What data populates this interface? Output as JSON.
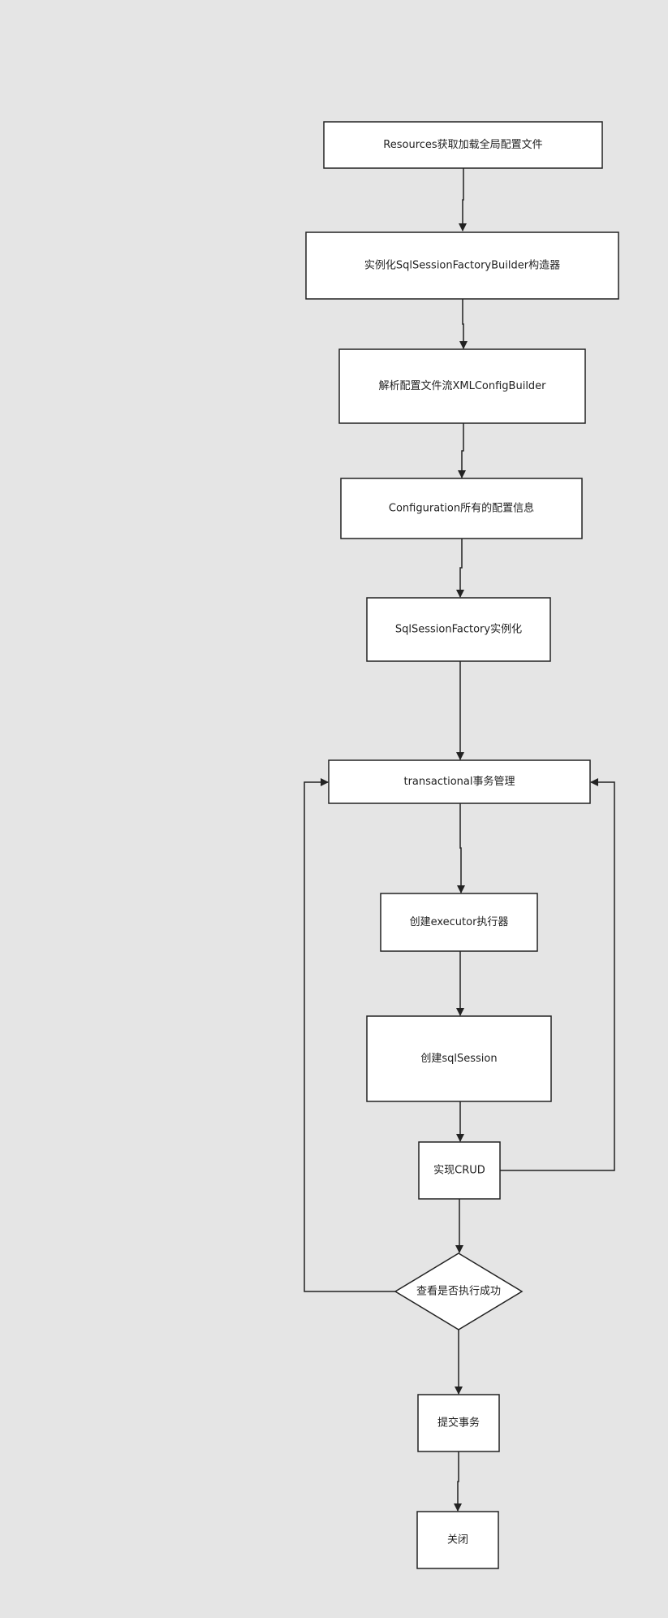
{
  "diagram": {
    "type": "flowchart",
    "colors": {
      "background": "#e5e5e5",
      "node_fill": "#ffffff",
      "stroke": "#222222",
      "text": "#222222"
    },
    "nodes": [
      {
        "id": "resources",
        "label": "Resources获取加载全局配置文件",
        "shape": "rect"
      },
      {
        "id": "builder",
        "label": "实例化SqlSessionFactoryBuilder构造器",
        "shape": "rect"
      },
      {
        "id": "xmlconfig",
        "label": "解析配置文件流XMLConfigBuilder",
        "shape": "rect"
      },
      {
        "id": "configuration",
        "label": "Configuration所有的配置信息",
        "shape": "rect"
      },
      {
        "id": "factory",
        "label": "SqlSessionFactory实例化",
        "shape": "rect"
      },
      {
        "id": "transactional",
        "label": "transactional事务管理",
        "shape": "rect"
      },
      {
        "id": "executor",
        "label": "创建executor执行器",
        "shape": "rect"
      },
      {
        "id": "sqlsession",
        "label": "创建sqlSession",
        "shape": "rect"
      },
      {
        "id": "crud",
        "label": "实现CRUD",
        "shape": "rect"
      },
      {
        "id": "check",
        "label": "查看是否执行成功",
        "shape": "diamond"
      },
      {
        "id": "commit",
        "label": "提交事务",
        "shape": "rect"
      },
      {
        "id": "close",
        "label": "关闭",
        "shape": "rect"
      }
    ],
    "edges": [
      {
        "from": "resources",
        "to": "builder"
      },
      {
        "from": "builder",
        "to": "xmlconfig"
      },
      {
        "from": "xmlconfig",
        "to": "configuration"
      },
      {
        "from": "configuration",
        "to": "factory"
      },
      {
        "from": "factory",
        "to": "transactional"
      },
      {
        "from": "transactional",
        "to": "executor"
      },
      {
        "from": "executor",
        "to": "sqlsession"
      },
      {
        "from": "sqlsession",
        "to": "crud"
      },
      {
        "from": "crud",
        "to": "check"
      },
      {
        "from": "crud",
        "to": "transactional"
      },
      {
        "from": "check",
        "to": "transactional"
      },
      {
        "from": "check",
        "to": "commit"
      },
      {
        "from": "commit",
        "to": "close"
      }
    ]
  }
}
